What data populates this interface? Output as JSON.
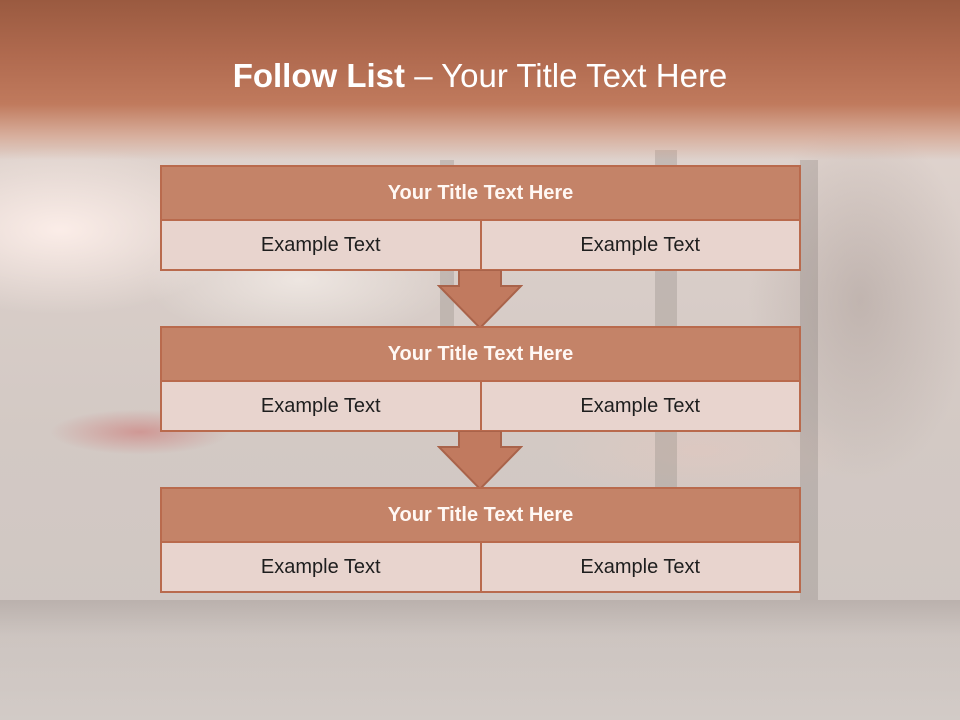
{
  "slide": {
    "title_bold": "Follow List",
    "title_rest": " – Your Title Text Here"
  },
  "blocks": [
    {
      "title": "Your Title Text Here",
      "cells": [
        "Example Text",
        "Example Text"
      ]
    },
    {
      "title": "Your Title Text Here",
      "cells": [
        "Example Text",
        "Example Text"
      ]
    },
    {
      "title": "Your Title Text Here",
      "cells": [
        "Example Text",
        "Example Text"
      ]
    }
  ],
  "colors": {
    "header_band": "#b06a4f",
    "block_title_fill": "#c48368",
    "block_border": "#b96a4d",
    "cell_fill": "#e8d4ce",
    "arrow_fill": "#c17a5f"
  },
  "icons": {
    "connector": "down-arrow-icon"
  }
}
